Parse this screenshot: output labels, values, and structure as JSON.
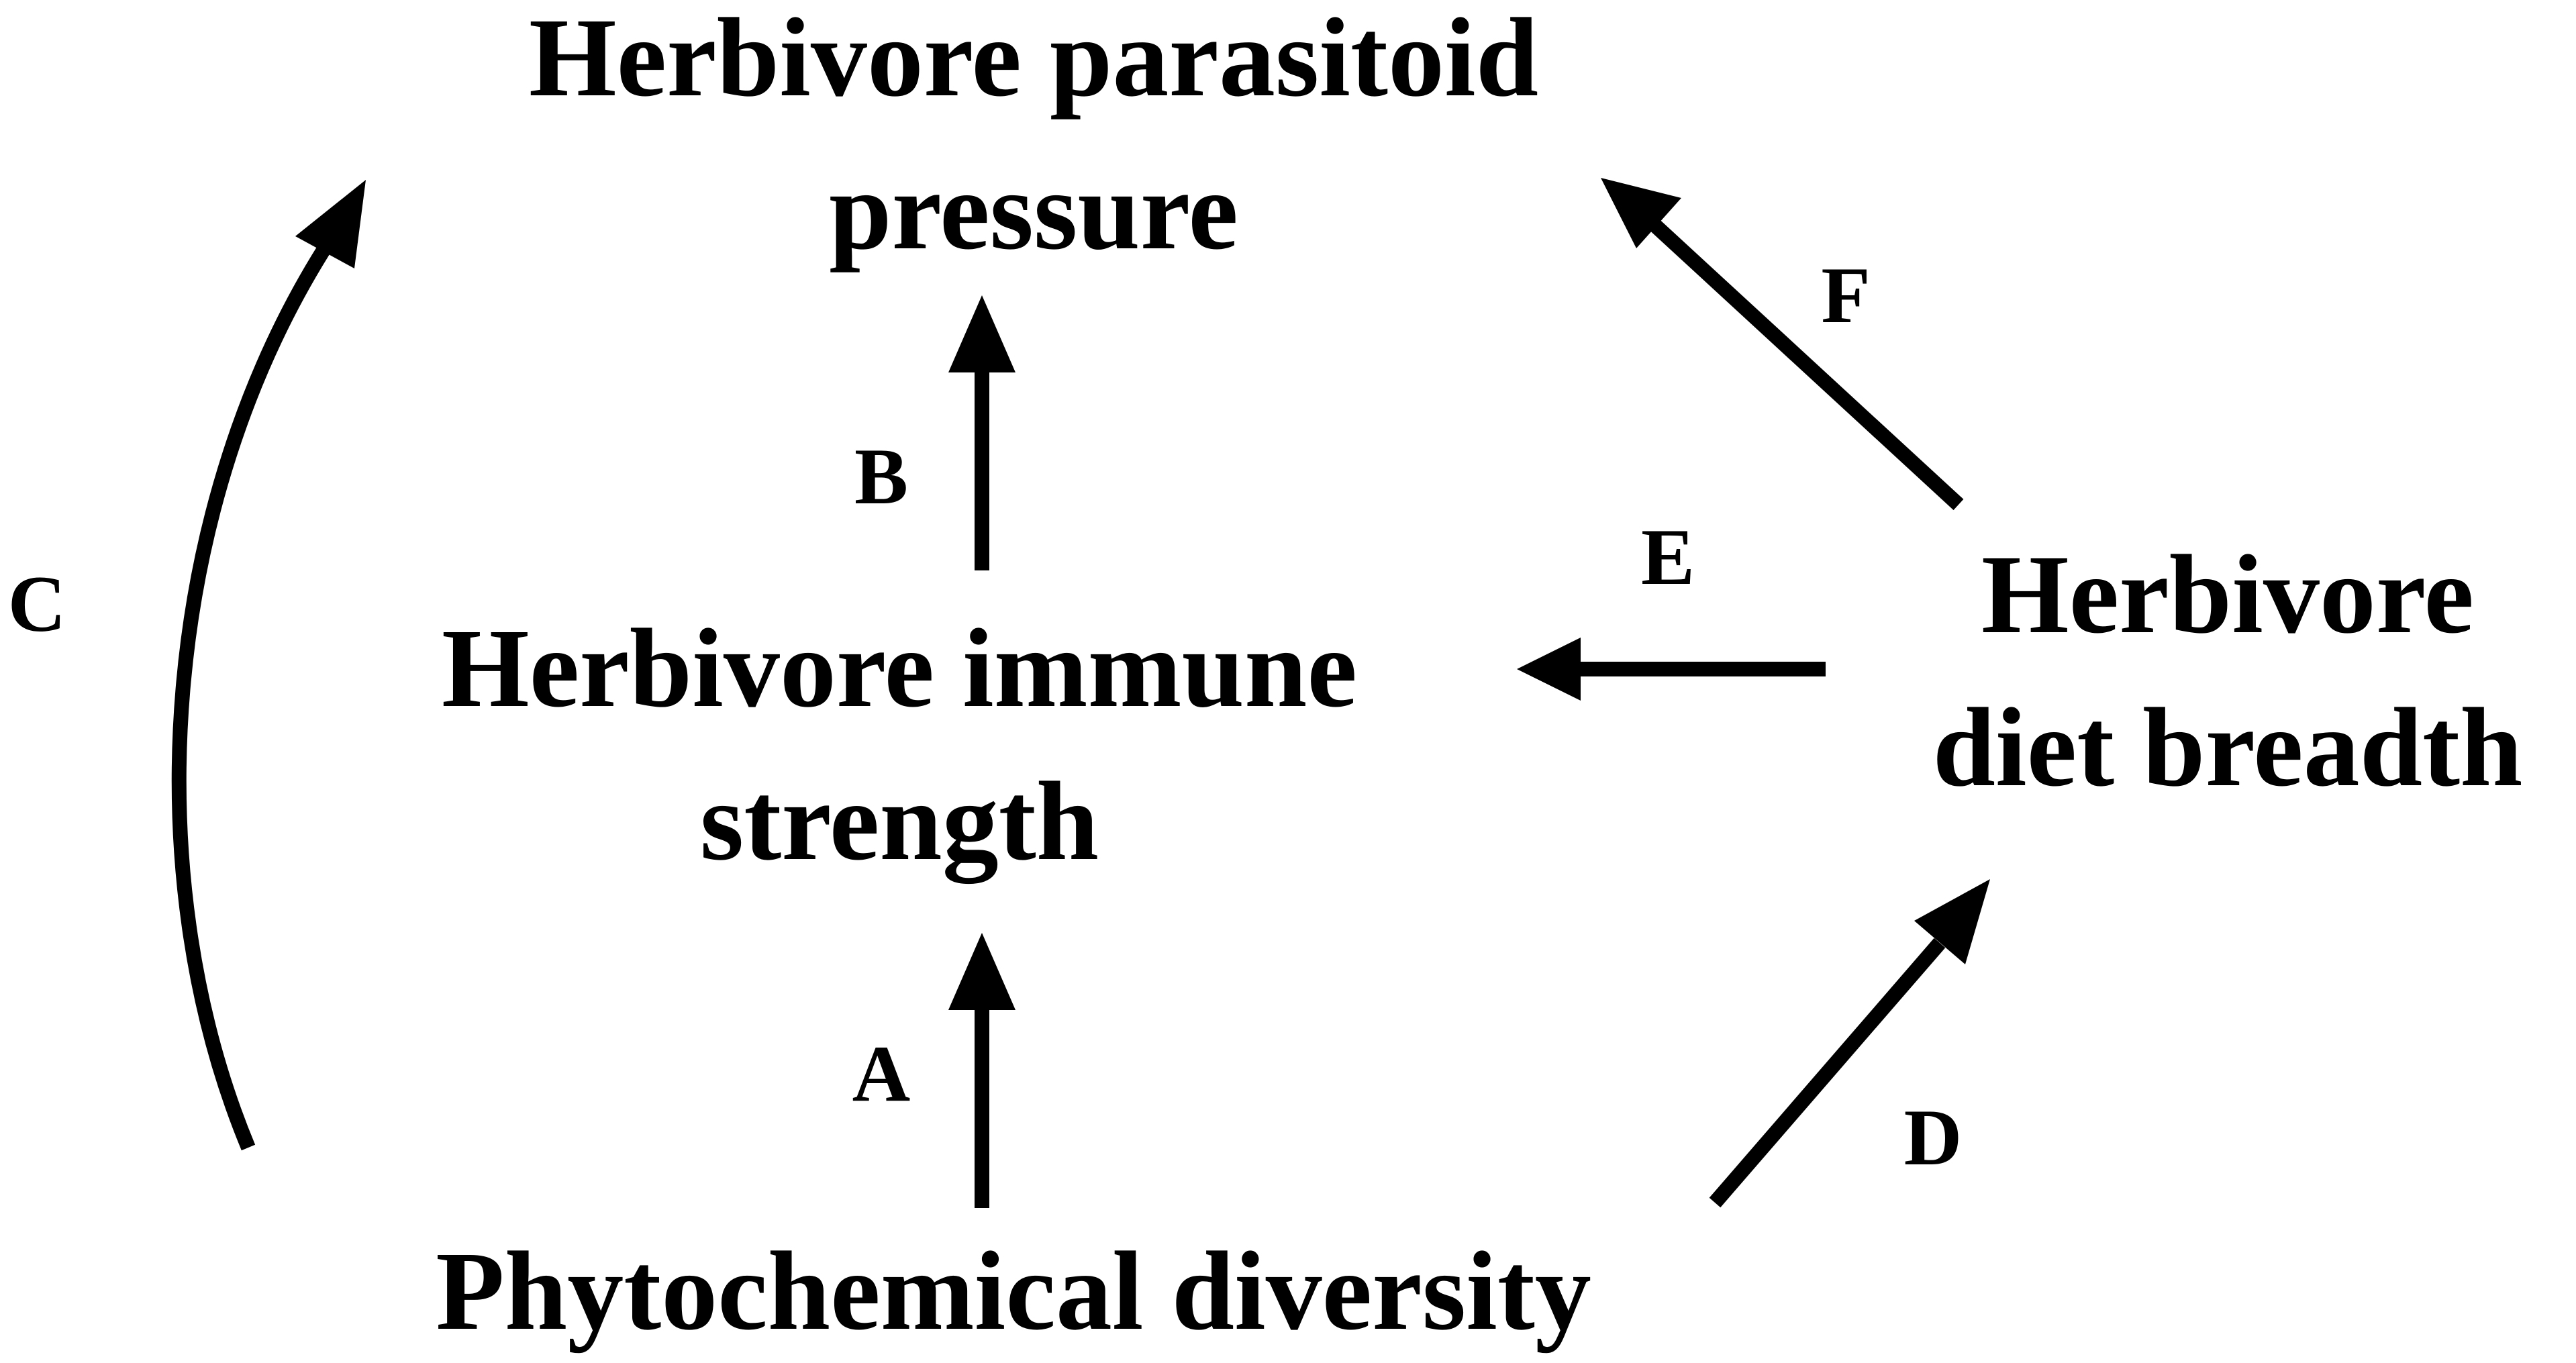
{
  "nodes": {
    "parasitoid_pressure": {
      "line1": "Herbivore parasitoid",
      "line2": "pressure"
    },
    "immune_strength": {
      "line1": "Herbivore immune",
      "line2": "strength"
    },
    "diet_breadth": {
      "line1": "Herbivore",
      "line2": "diet breadth"
    },
    "phytochemical_diversity": {
      "line1": "Phytochemical diversity"
    }
  },
  "edges": {
    "A": "A",
    "B": "B",
    "C": "C",
    "D": "D",
    "E": "E",
    "F": "F"
  },
  "colors": {
    "stroke": "#000000",
    "background": "#ffffff"
  }
}
